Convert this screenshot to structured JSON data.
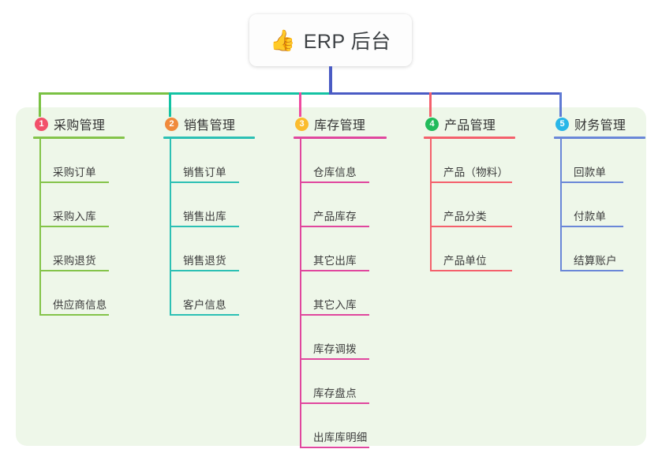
{
  "root": {
    "icon": "thumbs-up-emoji",
    "emoji": "👍",
    "title": "ERP 后台"
  },
  "palette": {
    "panel_bg": "#eef7e9",
    "page_bg": "#ffffff",
    "root_stem": "#4a5bc4",
    "bus_left": "#7ac143",
    "bus_mid": "#14c2a3",
    "bus_right": "#4a5bc4",
    "text": "#333333"
  },
  "columns": [
    {
      "number": "1",
      "title": "采购管理",
      "badge_color": "#f2506a",
      "line_color": "#84c44a",
      "drop_color": "#7ac143",
      "rule_width": 116,
      "leaf_rule_width": 88,
      "items": [
        {
          "label": "采购订单"
        },
        {
          "label": "采购入库"
        },
        {
          "label": "采购退货"
        },
        {
          "label": "供应商信息"
        }
      ]
    },
    {
      "number": "2",
      "title": "销售管理",
      "badge_color": "#f08a3c",
      "line_color": "#2cc0b4",
      "drop_color": "#14c2a3",
      "rule_width": 116,
      "leaf_rule_width": 88,
      "items": [
        {
          "label": "销售订单"
        },
        {
          "label": "销售出库"
        },
        {
          "label": "销售退货"
        },
        {
          "label": "客户信息"
        }
      ]
    },
    {
      "number": "3",
      "title": "库存管理",
      "badge_color": "#fbbc2e",
      "line_color": "#e0479e",
      "drop_color": "#ef4aa0",
      "rule_width": 118,
      "leaf_rule_width": 88,
      "items": [
        {
          "label": "仓库信息"
        },
        {
          "label": "产品库存"
        },
        {
          "label": "其它出库"
        },
        {
          "label": "其它入库"
        },
        {
          "label": "库存调拨"
        },
        {
          "label": "库存盘点"
        },
        {
          "label": "出库库明细"
        }
      ]
    },
    {
      "number": "4",
      "title": "产品管理",
      "badge_color": "#22bb5b",
      "line_color": "#f4606c",
      "drop_color": "#f4606c",
      "rule_width": 116,
      "leaf_rule_width": 104,
      "items": [
        {
          "label": "产品（物料）"
        },
        {
          "label": "产品分类"
        },
        {
          "label": "产品单位"
        }
      ]
    },
    {
      "number": "5",
      "title": "财务管理",
      "badge_color": "#29b6e8",
      "line_color": "#6a87d8",
      "drop_color": "#5f7ad4",
      "rule_width": 116,
      "leaf_rule_width": 80,
      "items": [
        {
          "label": "回款单"
        },
        {
          "label": "付款单"
        },
        {
          "label": "结算账户"
        }
      ]
    }
  ]
}
